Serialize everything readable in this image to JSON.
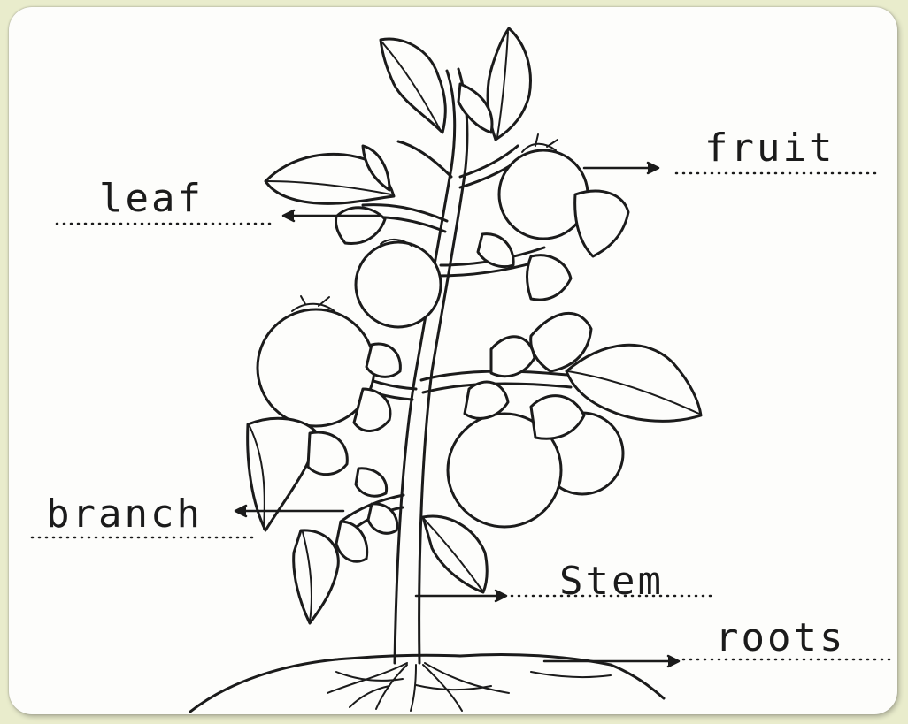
{
  "labels": {
    "leaf": "leaf",
    "fruit": "fruit",
    "branch": "branch",
    "stem": "Stem",
    "roots": "roots"
  },
  "colors": {
    "ink": "#1b1b1b",
    "paper": "#fdfdfb",
    "background": "#e9eccc"
  }
}
